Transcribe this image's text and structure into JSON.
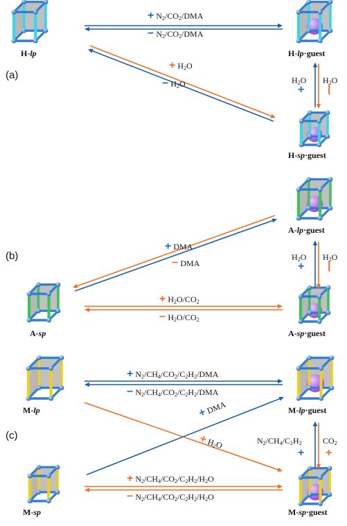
{
  "panels": [
    "(a)",
    "(b)",
    "(c)"
  ],
  "colors": {
    "blue_arrow": "#1a5faa",
    "orange_arrow": "#ef6f23",
    "plus_blue": "#1a73c2",
    "minus_orange": "#ef6f23",
    "frame_blue": "#2f7fd2",
    "frame_cyan": "#38d7ee",
    "frame_green": "#3ec25a",
    "frame_yellow": "#f2cf1e",
    "guest_purple": "#9a48d8",
    "wall_gray": "#8c8c8c"
  },
  "symbols": {
    "plus": "+",
    "minus": "−"
  },
  "a": {
    "left_name": {
      "prefix": "H-",
      "italic": "lp",
      "suffix": ""
    },
    "right_top_name": {
      "prefix": "H-",
      "italic": "lp",
      "suffix": "·guest"
    },
    "right_bottom_name": {
      "prefix": "H-",
      "italic": "sp",
      "suffix": "·guest"
    },
    "top_arrow_upper": [
      "N",
      "2",
      "/CO",
      "2",
      "/DMA"
    ],
    "top_arrow_lower": [
      "N",
      "2",
      "/CO",
      "2",
      "/DMA"
    ],
    "diag_upper": [
      "H",
      "2",
      "O"
    ],
    "diag_lower": [
      "H",
      "2",
      "O"
    ],
    "vert_left": [
      "H",
      "2",
      "O"
    ],
    "vert_right": [
      "H",
      "2",
      "O"
    ]
  },
  "b": {
    "left_name": {
      "prefix": "A-",
      "italic": "sp",
      "suffix": ""
    },
    "right_top_name": {
      "prefix": "A-",
      "italic": "lp",
      "suffix": "·guest"
    },
    "right_bottom_name": {
      "prefix": "A-",
      "italic": "sp",
      "suffix": "·guest"
    },
    "diag_upper": "DMA",
    "diag_lower": "DMA",
    "horiz_upper": [
      "H",
      "2",
      "O/CO",
      "2",
      ""
    ],
    "horiz_lower": [
      "H",
      "2",
      "O/CO",
      "2",
      ""
    ],
    "vert_left": [
      "H",
      "2",
      "O"
    ],
    "vert_right": [
      "H",
      "2",
      "O"
    ]
  },
  "c": {
    "left_top_name": {
      "prefix": "M-",
      "italic": "lp",
      "suffix": ""
    },
    "left_bottom_name": {
      "prefix": "M-",
      "italic": "sp",
      "suffix": ""
    },
    "right_top_name": {
      "prefix": "M-",
      "italic": "lp",
      "suffix": "·guest"
    },
    "right_bottom_name": {
      "prefix": "M-",
      "italic": "sp",
      "suffix": "·guest"
    },
    "top_upper": [
      "N",
      "2",
      "/CH",
      "4",
      "/CO",
      "2",
      "/C",
      "2",
      "H",
      "2",
      "/DMA"
    ],
    "top_lower": [
      "N",
      "2",
      "/CH",
      "4",
      "/CO",
      "2",
      "/C",
      "2",
      "H",
      "2",
      "/DMA"
    ],
    "cross_blue": "DMA",
    "cross_orange": [
      "H",
      "2",
      "O"
    ],
    "vert_left": [
      "N",
      "2",
      "/CH",
      "4",
      "/C",
      "2",
      "H",
      "2",
      ""
    ],
    "vert_right": [
      "CO",
      "2",
      ""
    ],
    "bottom_upper": [
      "N",
      "2",
      "/CH",
      "4",
      "/CO",
      "2",
      "/C",
      "2",
      "H",
      "2",
      "/H",
      "2",
      "O"
    ],
    "bottom_lower": [
      "N",
      "2",
      "/CH",
      "4",
      "/CO",
      "2",
      "/C",
      "2",
      "H",
      "2",
      "/H",
      "2",
      "O"
    ]
  }
}
